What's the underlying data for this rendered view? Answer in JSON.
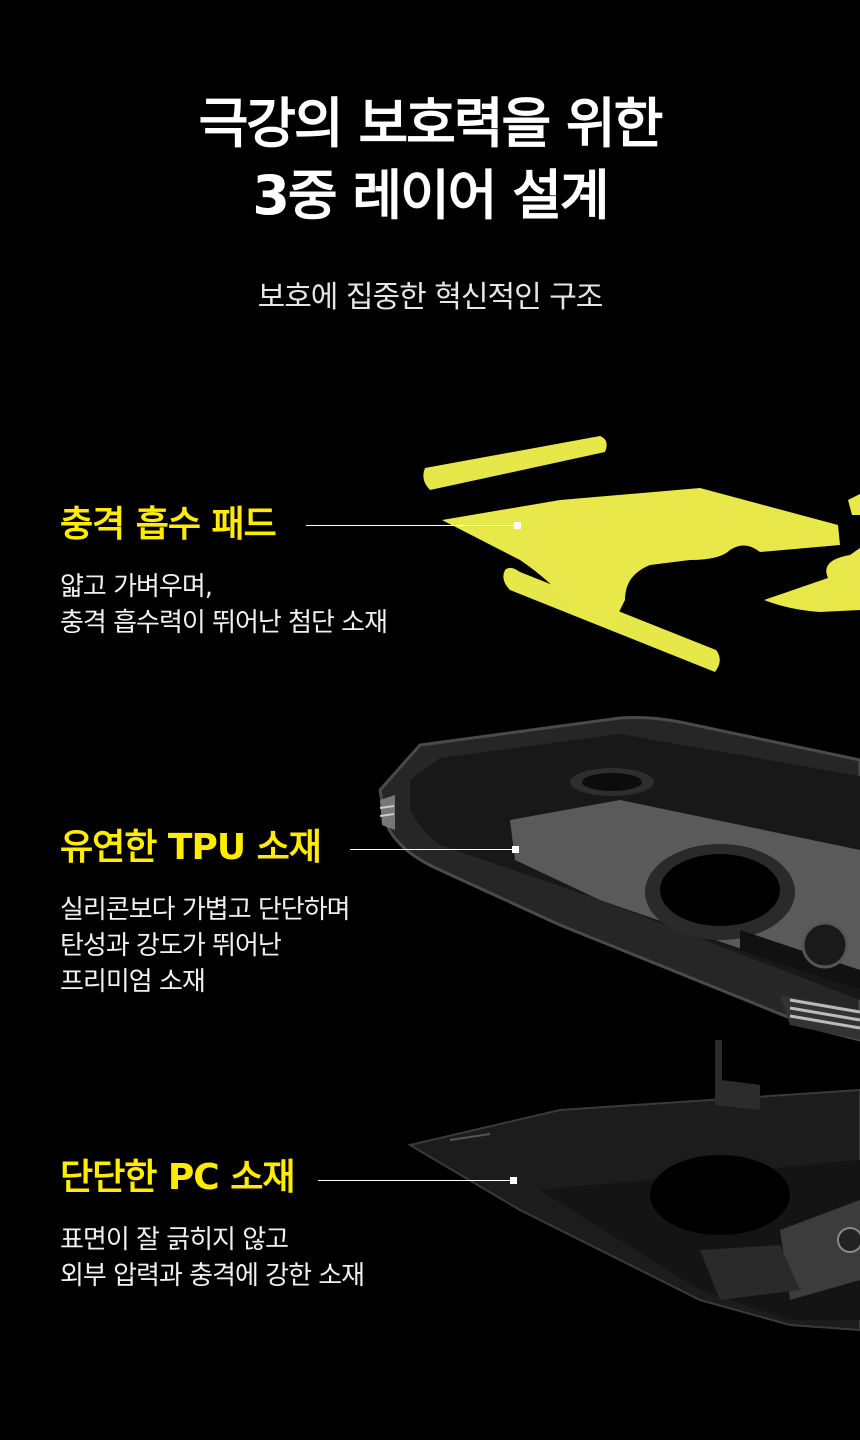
{
  "hero": {
    "title_line1": "극강의 보호력을 위한",
    "title_line2": "3중 레이어 설계",
    "subtitle": "보호에 집중한 혁신적인 구조"
  },
  "features": [
    {
      "title": "충격 흡수 패드",
      "desc": [
        "얇고 가벼우며,",
        "충격 흡수력이 뛰어난 첨단 소재"
      ]
    },
    {
      "title": "유연한 TPU 소재",
      "desc": [
        "실리콘보다 가볍고 단단하며",
        "탄성과 강도가 뛰어난",
        "프리미엄 소재"
      ]
    },
    {
      "title": "단단한 PC 소재",
      "desc": [
        "표면이 잘 긁히지 않고",
        "외부 압력과 충격에 강한 소재"
      ]
    }
  ],
  "colors": {
    "accent": "#ffec00",
    "background": "#000000",
    "pad": "#e8e84a"
  }
}
